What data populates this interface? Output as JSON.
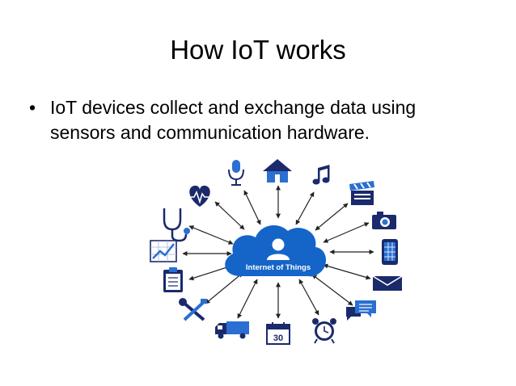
{
  "slide": {
    "title": "How IoT works",
    "bullets": [
      "IoT devices collect and exchange data using sensors and communication hardware."
    ]
  },
  "diagram": {
    "hub_label": "Internet of Things",
    "calendar_number": "30",
    "colors": {
      "hub_blue": "#1565c8",
      "icon_navy": "#1a2a6b",
      "icon_blue": "#2a6fd1",
      "arrow": "#222222"
    },
    "devices": [
      "microphone-icon",
      "home-icon",
      "music-note-icon",
      "clapperboard-icon",
      "camera-icon",
      "tablet-icon",
      "envelope-icon",
      "chat-bubbles-icon",
      "alarm-clock-icon",
      "calendar-icon",
      "delivery-truck-icon",
      "tools-icon",
      "clipboard-icon",
      "growth-chart-icon",
      "stethoscope-icon",
      "heart-rate-icon"
    ]
  }
}
